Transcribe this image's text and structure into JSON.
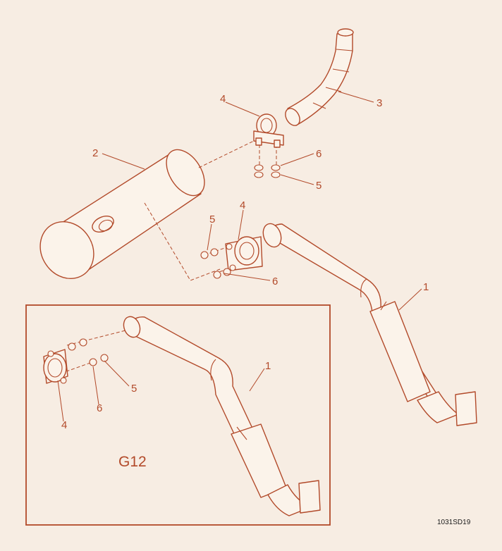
{
  "callouts": {
    "clamp_upper": "4",
    "muffler": "2",
    "tailpipe": "3",
    "washer_upper": "6",
    "nut_upper": "5",
    "nut_middle": "5",
    "clamp_middle": "4",
    "washer_middle": "6",
    "exhaust_pipe": "1",
    "inset_exhaust_pipe": "1",
    "inset_nut": "5",
    "inset_washer": "6",
    "inset_clamp": "4"
  },
  "inset": {
    "model": "G12"
  },
  "figure_ref": "1031SD19",
  "colors": {
    "line": "#b24a2a",
    "background": "#f7ede3"
  }
}
